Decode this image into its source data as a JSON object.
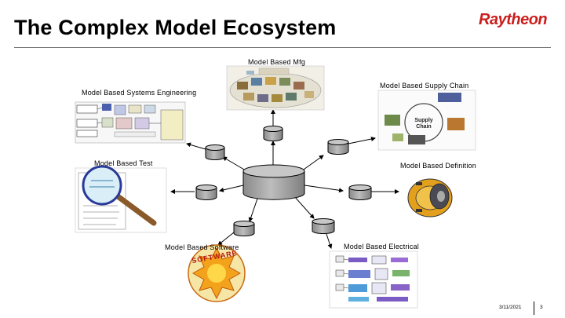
{
  "header": {
    "title": "The Complex Model Ecosystem",
    "logo_text": "Raytheon",
    "logo_color": "#cc1d1d"
  },
  "nodes": {
    "mfg": "Model Based Mfg",
    "systems_engineering": "Model Based Systems Engineering",
    "supply_chain": "Model Based Supply Chain",
    "test": "Model Based Test",
    "definition": "Model Based Definition",
    "software": "Model Based Software",
    "electrical": "Model Based Electrical"
  },
  "images": {
    "supply_chain_center": "Supply Chain",
    "software_seal": "SOFTWARE"
  },
  "footer": {
    "date": "3/11/2021",
    "page": "3"
  }
}
